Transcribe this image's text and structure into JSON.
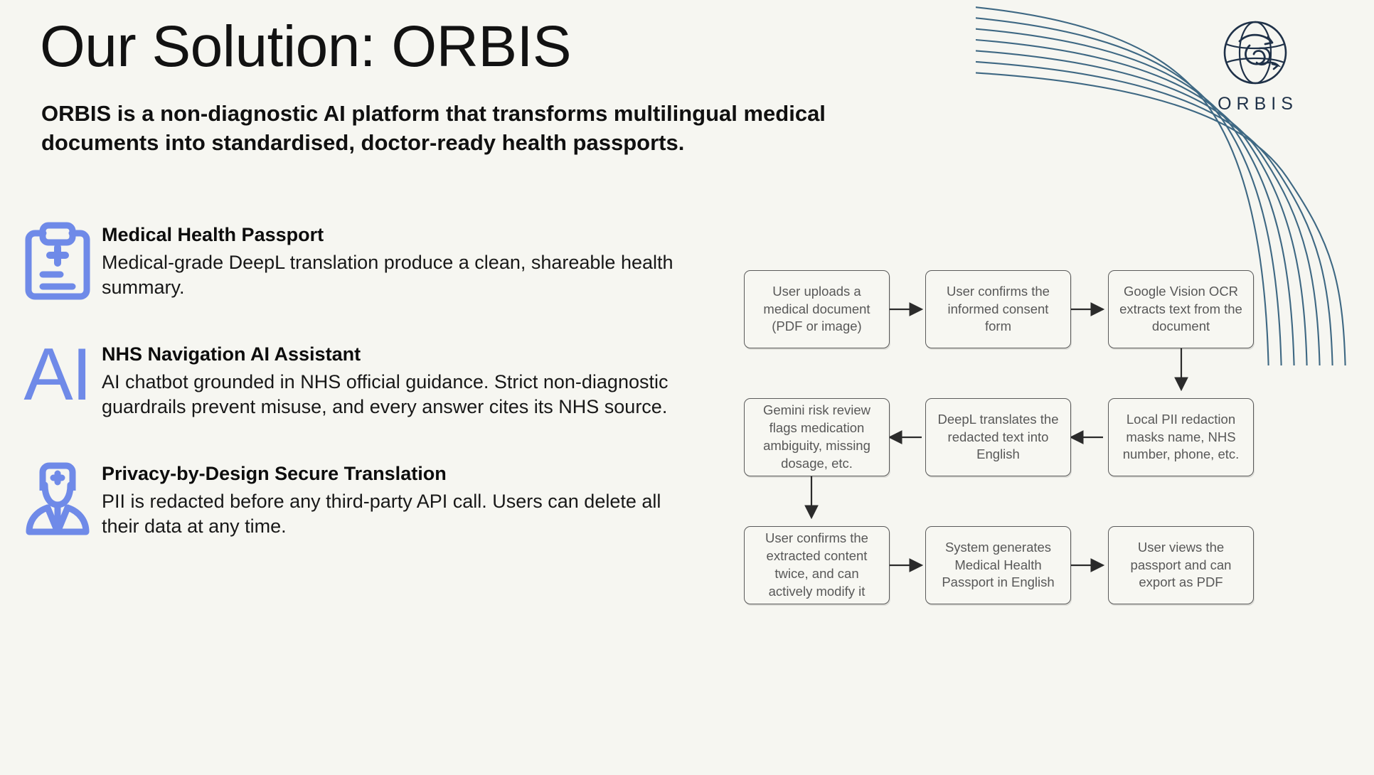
{
  "slide": {
    "background_color": "#f6f6f1",
    "title": "Our Solution: ORBIS",
    "subtitle": "ORBIS is a non-diagnostic AI platform that transforms multilingual medical documents into standardised, doctor-ready health passports."
  },
  "brand": {
    "wordmark": "ORBIS",
    "logo_icon": "orbis-globe-leaf-logo",
    "logo_color": "#1f3148",
    "deco_line_color": "#2f5c7a"
  },
  "features": [
    {
      "icon": "clipboard-medical-icon",
      "icon_color": "#6f8ae8",
      "title": "Medical Health Passport",
      "description": "Medical-grade DeepL translation produce a clean, shareable health summary."
    },
    {
      "icon": "ai-text-icon",
      "icon_color": "#6f8ae8",
      "icon_text": "AI",
      "title": "NHS Navigation AI Assistant",
      "description": "AI chatbot grounded in NHS official guidance. Strict non-diagnostic guardrails prevent misuse, and every answer cites its NHS source."
    },
    {
      "icon": "doctor-icon",
      "icon_color": "#6f8ae8",
      "title": "Privacy-by-Design Secure Translation",
      "description": "PII is redacted before any third-party API call. Users can delete all their data at any time."
    }
  ],
  "flowchart": {
    "type": "process-flow",
    "node_border_color": "#5a5a5a",
    "node_text_color": "#585858",
    "nodes": [
      {
        "id": "n1",
        "row": 1,
        "col": 1,
        "label": "User uploads a medical document (PDF or image)"
      },
      {
        "id": "n2",
        "row": 1,
        "col": 2,
        "label": "User confirms the informed consent form"
      },
      {
        "id": "n3",
        "row": 1,
        "col": 3,
        "label": "Google Vision OCR extracts text from the document"
      },
      {
        "id": "n4",
        "row": 2,
        "col": 3,
        "label": "Local PII redaction masks name, NHS number, phone, etc."
      },
      {
        "id": "n5",
        "row": 2,
        "col": 2,
        "label": "DeepL translates the redacted text into English"
      },
      {
        "id": "n6",
        "row": 2,
        "col": 1,
        "label": "Gemini risk review flags medication ambiguity, missing dosage, etc."
      },
      {
        "id": "n7",
        "row": 3,
        "col": 1,
        "label": "User confirms the extracted content twice, and can actively modify it"
      },
      {
        "id": "n8",
        "row": 3,
        "col": 2,
        "label": "System generates Medical Health Passport in English"
      },
      {
        "id": "n9",
        "row": 3,
        "col": 3,
        "label": "User views the passport and can export as PDF"
      }
    ],
    "edges": [
      {
        "from": "n1",
        "to": "n2",
        "direction": "right"
      },
      {
        "from": "n2",
        "to": "n3",
        "direction": "right"
      },
      {
        "from": "n3",
        "to": "n4",
        "direction": "down"
      },
      {
        "from": "n4",
        "to": "n5",
        "direction": "left"
      },
      {
        "from": "n5",
        "to": "n6",
        "direction": "left"
      },
      {
        "from": "n6",
        "to": "n7",
        "direction": "down"
      },
      {
        "from": "n7",
        "to": "n8",
        "direction": "right"
      },
      {
        "from": "n8",
        "to": "n9",
        "direction": "right"
      }
    ]
  }
}
